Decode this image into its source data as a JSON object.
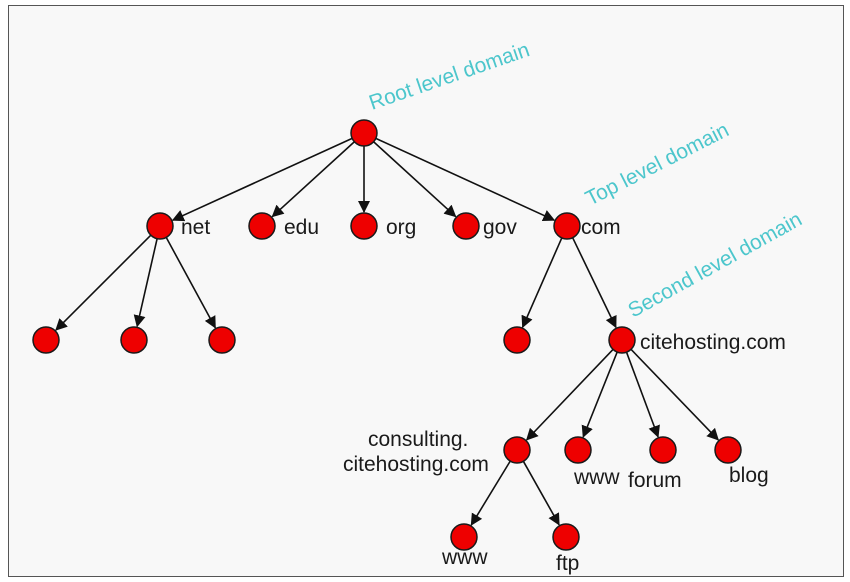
{
  "colors": {
    "node_fill": "#ee0000",
    "node_stroke": "#1a1a1a",
    "edge": "#111111",
    "level_label": "#4cc6cc"
  },
  "level_labels": {
    "root": "Root level domain",
    "top": "Top level domain",
    "second": "Second level domain"
  },
  "tree": {
    "root": {
      "label": ""
    },
    "top_level": [
      {
        "id": "net",
        "label": "net"
      },
      {
        "id": "edu",
        "label": "edu"
      },
      {
        "id": "org",
        "label": "org"
      },
      {
        "id": "gov",
        "label": "gov"
      },
      {
        "id": "com",
        "label": "com"
      }
    ],
    "net_children": [
      {
        "label": ""
      },
      {
        "label": ""
      },
      {
        "label": ""
      }
    ],
    "com_children": [
      {
        "id": "com-child-1",
        "label": ""
      },
      {
        "id": "citehosting",
        "label": "citehosting.com"
      }
    ],
    "citehosting_children": [
      {
        "id": "consulting",
        "label_line1": "consulting.",
        "label_line2": "citehosting.com"
      },
      {
        "id": "www",
        "label": "www"
      },
      {
        "id": "forum",
        "label": "forum"
      },
      {
        "id": "blog",
        "label": "blog"
      }
    ],
    "consulting_children": [
      {
        "id": "consulting-www",
        "label": "www"
      },
      {
        "id": "consulting-ftp",
        "label": "ftp"
      }
    ]
  }
}
